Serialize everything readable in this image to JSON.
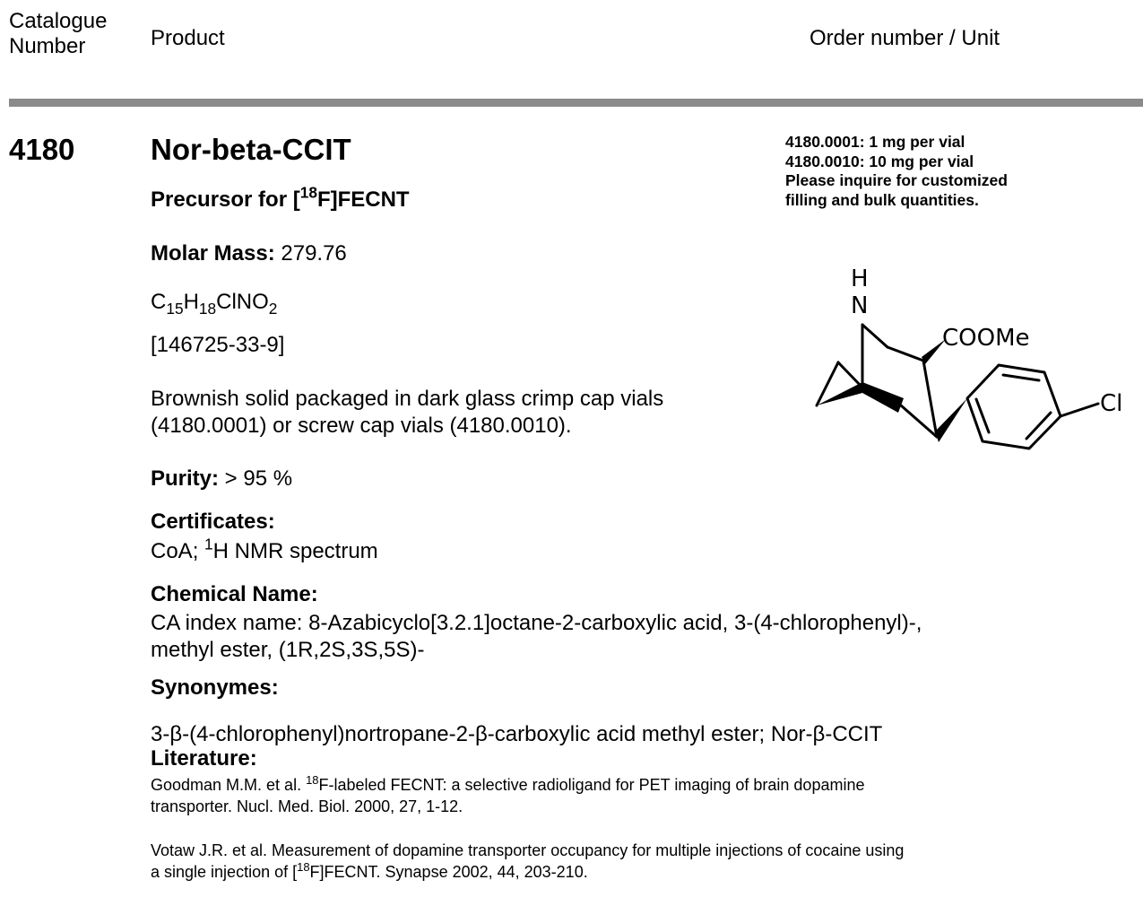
{
  "header": {
    "catalogue_number_label": "Catalogue\nNumber",
    "product_label": "Product",
    "order_label": "Order number / Unit"
  },
  "product": {
    "catalogue_number": "4180",
    "name": "Nor-beta-CCIT",
    "precursor_prefix": "Precursor for [",
    "precursor_isotope": "18",
    "precursor_suffix": "F]FECNT",
    "molar_mass_label": "Molar Mass:",
    "molar_mass_value": " 279.76",
    "formula_parts": [
      "C",
      "15",
      "H",
      "18",
      "ClNO",
      "2"
    ],
    "cas": "[146725-33-9]",
    "description_line1": "Brownish solid packaged in dark glass crimp cap vials",
    "description_line2": "(4180.0001) or screw cap vials (4180.0010).",
    "purity_label": "Purity:",
    "purity_value": " > 95 %",
    "certificates_label": "Certificates:",
    "certificates_prefix": "CoA; ",
    "certificates_isotope": "1",
    "certificates_suffix": "H NMR spectrum",
    "chemical_name_label": "Chemical Name:",
    "chemical_name_line1": "CA index name: 8-Azabicyclo[3.2.1]octane-2-carboxylic acid, 3-(4-chlorophenyl)-,",
    "chemical_name_line2": "methyl ester, (1R,2S,3S,5S)-",
    "synonyms_label": "Synonymes:",
    "synonyms_value": "3-β-(4-chlorophenyl)nortropane-2-β-carboxylic acid methyl ester; Nor-β-CCIT",
    "literature_label": "Literature:",
    "literature": [
      {
        "prefix": "Goodman M.M. et al. ",
        "isotope": "18",
        "line1_rest": "F-labeled FECNT: a selective radioligand for PET imaging of brain dopamine",
        "line2": "transporter. Nucl. Med. Biol. 2000, 27, 1-12."
      },
      {
        "line1": "Votaw J.R. et al. Measurement of dopamine transporter occupancy for multiple injections of cocaine using",
        "line2_prefix": "a single injection of [",
        "isotope": "18",
        "line2_rest": "F]FECNT. Synapse 2002, 44, 203-210."
      }
    ]
  },
  "order": {
    "lines": [
      "4180.0001: 1 mg per vial",
      "4180.0010: 10 mg per vial",
      "Please inquire for customized",
      "filling and bulk quantities."
    ]
  },
  "structure": {
    "atom_n": "N",
    "atom_h": "H",
    "ester": "COOMe",
    "halogen": "Cl"
  }
}
